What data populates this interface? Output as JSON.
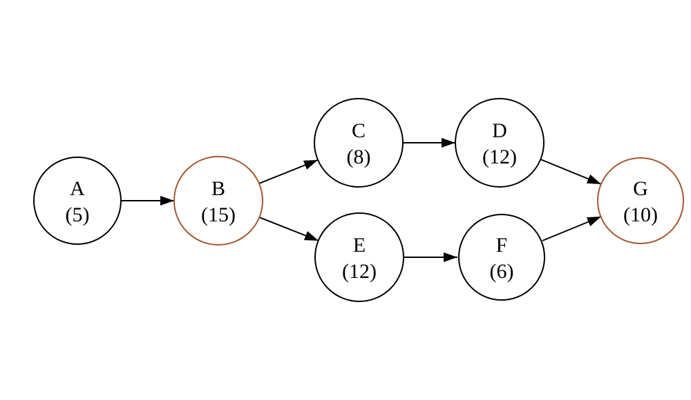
{
  "figure": {
    "type": "directed-graph",
    "background": "#ffffff",
    "description": "Activity network diagram of seven circular nodes with parenthesized values; nodes B and G outlined in brown"
  },
  "colors": {
    "node_stroke": "#000000",
    "highlight_stroke": "#a5562e",
    "edge": "#000000",
    "text": "#000000",
    "node_fill": "#ffffff"
  },
  "nodes": [
    {
      "id": "A",
      "label": "A",
      "value_text": "(5)",
      "value": 5,
      "highlighted": false
    },
    {
      "id": "B",
      "label": "B",
      "value_text": "(15)",
      "value": 15,
      "highlighted": true
    },
    {
      "id": "C",
      "label": "C",
      "value_text": "(8)",
      "value": 8,
      "highlighted": false
    },
    {
      "id": "D",
      "label": "D",
      "value_text": "(12)",
      "value": 12,
      "highlighted": false
    },
    {
      "id": "E",
      "label": "E",
      "value_text": "(12)",
      "value": 12,
      "highlighted": false
    },
    {
      "id": "F",
      "label": "F",
      "value_text": "(6)",
      "value": 6,
      "highlighted": false
    },
    {
      "id": "G",
      "label": "G",
      "value_text": "(10)",
      "value": 10,
      "highlighted": true
    }
  ],
  "edges": [
    {
      "from": "A",
      "to": "B"
    },
    {
      "from": "B",
      "to": "C"
    },
    {
      "from": "B",
      "to": "E"
    },
    {
      "from": "C",
      "to": "D"
    },
    {
      "from": "E",
      "to": "F"
    },
    {
      "from": "D",
      "to": "G"
    },
    {
      "from": "F",
      "to": "G"
    }
  ]
}
